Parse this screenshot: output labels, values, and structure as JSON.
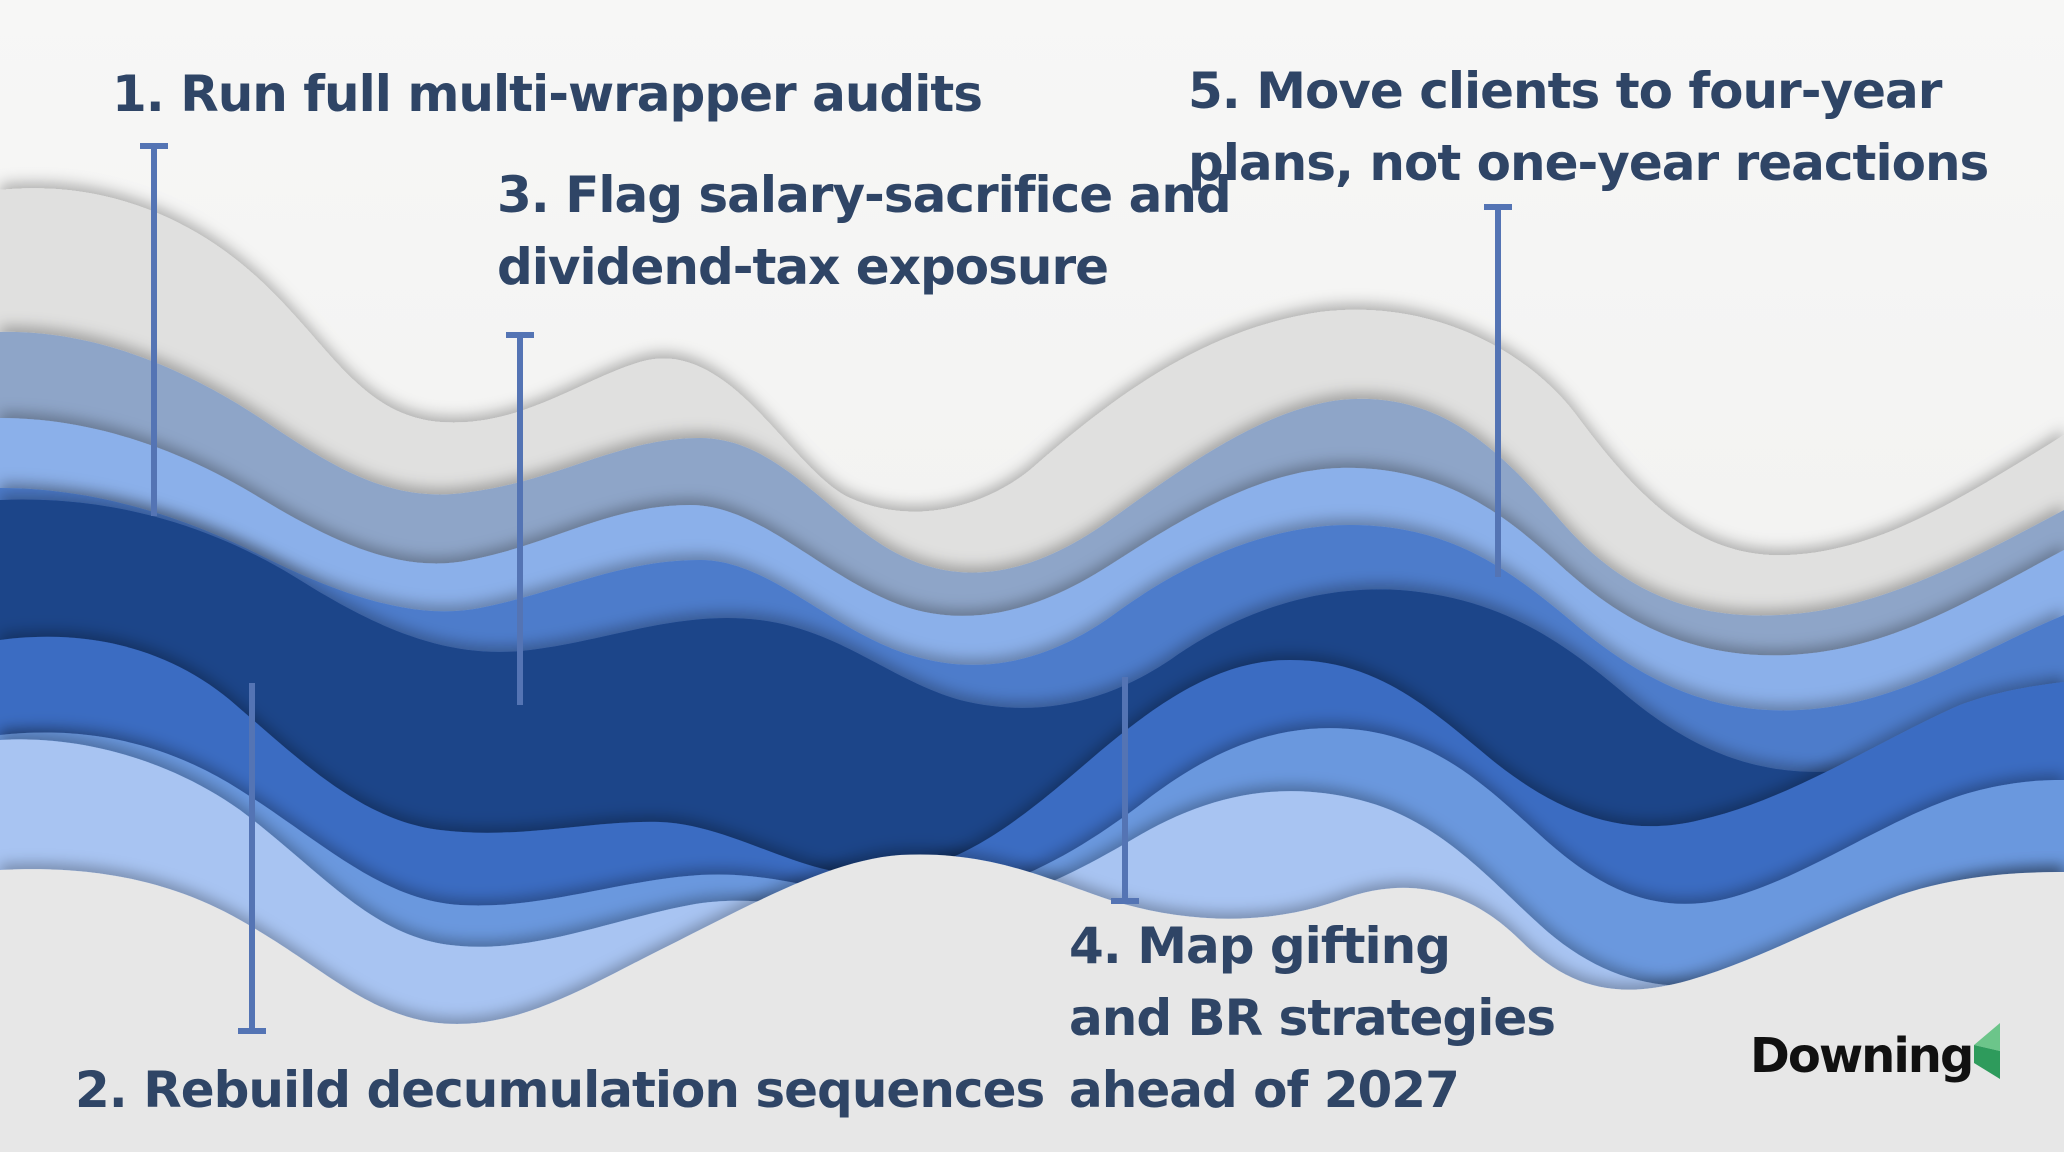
{
  "steps": [
    {
      "lines": [
        "1. Run full multi-wrapper audits"
      ]
    },
    {
      "lines": [
        "2. Rebuild decumulation sequences"
      ]
    },
    {
      "lines": [
        "3. Flag salary-sacrifice and",
        "dividend-tax exposure"
      ]
    },
    {
      "lines": [
        "4. Map gifting",
        "and BR strategies",
        "ahead of 2027"
      ]
    },
    {
      "lines": [
        "5. Move clients to four-year",
        "plans, not one-year reactions"
      ]
    }
  ],
  "brand": {
    "name": "Downing",
    "logo_colors": [
      "#2e9b5c",
      "#6cc58a"
    ]
  },
  "colors": {
    "text": "#2f4566",
    "connector": "#5474b4",
    "bands": [
      "#f6f7f6",
      "#ebebeb",
      "#dcdcdc",
      "#8fa6c8",
      "#8db2ec",
      "#4f7fce",
      "#244c94",
      "#1c3f80",
      "#3f70c6",
      "#6d9ae0",
      "#a7c3f3"
    ]
  }
}
